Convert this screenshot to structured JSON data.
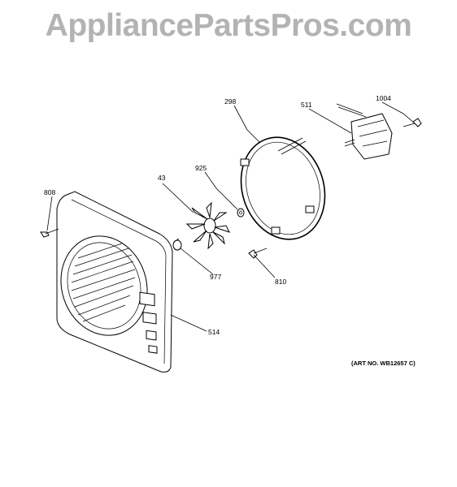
{
  "watermark": "AppliancePartsPros.com",
  "art_number": "(ART NO. WB12657 C)",
  "callouts": {
    "c298": "298",
    "c511": "511",
    "c1004": "1004",
    "c925": "925",
    "c43": "43",
    "c808": "808",
    "c977": "977",
    "c810": "810",
    "c514": "514"
  }
}
